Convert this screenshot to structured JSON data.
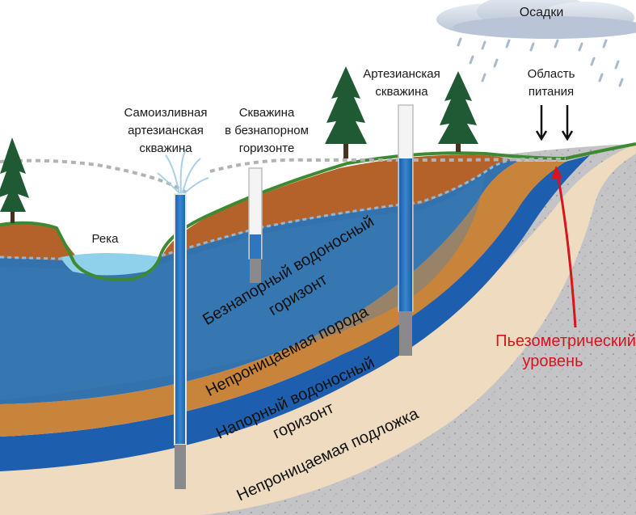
{
  "labels": {
    "precipitation": "Осадки",
    "recharge_area": [
      "Область",
      "питания"
    ],
    "artesian_well": [
      "Артезианская",
      "скважина"
    ],
    "flowing_well": [
      "Самоизливная",
      "артезианская",
      "скважина"
    ],
    "unconfined_well": [
      "Скважина",
      "в безнапорном",
      "горизонте"
    ],
    "river": "Река",
    "unconfined_aquifer": [
      "Безнапорный водоносный",
      "горизонт"
    ],
    "aquitard": "Непроницаемая порода",
    "confined_aquifer": [
      "Напорный водоносный",
      "горизонт"
    ],
    "bedrock": "Непроницаемая подложка",
    "piezometric_level": [
      "Пьезометрический",
      "уровень"
    ]
  },
  "colors": {
    "sky": "#ffffff",
    "topsoil": "#b5622a",
    "grass": "#3e8a32",
    "unconfined_water": "#2f6fa8",
    "river_water": "#8fd0ea",
    "aquitard": "#c9843c",
    "confined_water": "#1d5fae",
    "bedrock_band": "#efdcc0",
    "rock": "#c2c2c4",
    "piezometric": "#d8141c",
    "well_casing": "#f4f4f4",
    "tree": "#1f5a34"
  },
  "icons": [
    "cloud-icon",
    "rain-drops-icon",
    "tree-icon",
    "down-arrow-icon",
    "water-fountain-icon"
  ]
}
